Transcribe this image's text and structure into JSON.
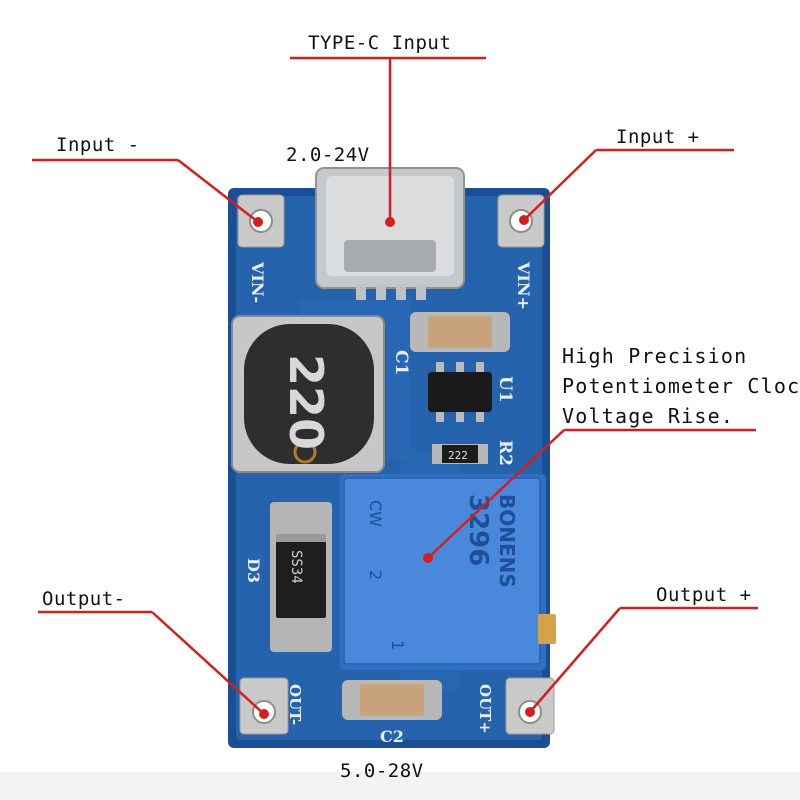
{
  "annotations": {
    "type_c_input": "TYPE-C Input",
    "input_voltage_range": "2.0-24V",
    "input_minus": "Input -",
    "input_plus": "Input +",
    "potentiometer_line1": "High Precision",
    "potentiometer_line2": "Potentiometer Clockwi",
    "potentiometer_line3": "Voltage Rise.",
    "output_minus": "Output-",
    "output_plus": "Output +",
    "output_voltage_range": "5.0-28V"
  },
  "board_markings": {
    "vin_minus": "VIN-",
    "vin_plus": "VIN+",
    "capacitor_1": "C1",
    "capacitor_2": "C2",
    "chip_u1": "U1",
    "resistor_r2": "R2",
    "resistor_code": "222",
    "diode_d3": "D3",
    "diode_code": "SS34",
    "inductor_code": "220",
    "out_minus": "OUT-",
    "out_plus": "OUT+",
    "pot_brand": "BONENS",
    "pot_model": "3296",
    "pot_marking_1": "CW",
    "pot_marking_2": "2",
    "pot_marking_3": "1"
  },
  "colors": {
    "pcb": "#1f5ea8",
    "pointer_line": "#d41f1f",
    "potentiometer": "#3d7fd6"
  }
}
